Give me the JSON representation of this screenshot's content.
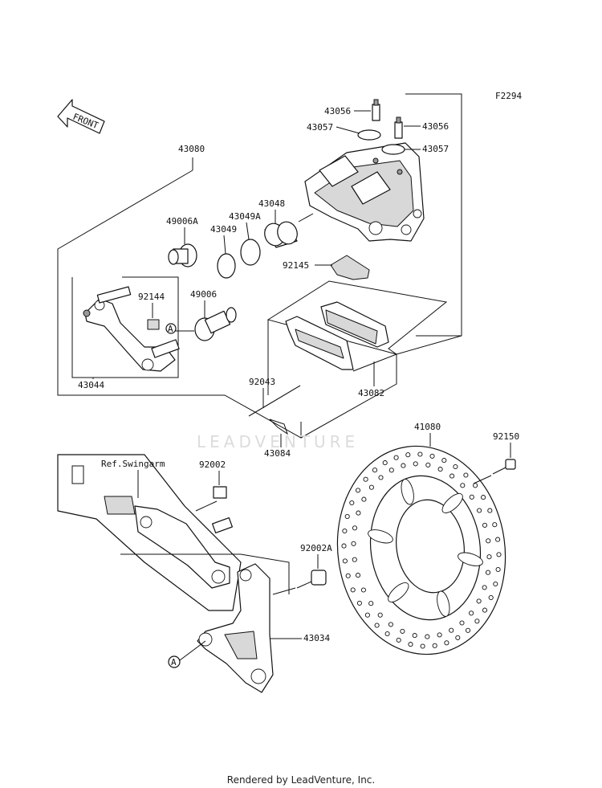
{
  "figure_code": "F2294",
  "front_label": "FRONT",
  "ref_label": "Ref.Swingarm",
  "callouts": {
    "c43056a": "43056",
    "c43056b": "43056",
    "c43057a": "43057",
    "c43057b": "43057",
    "c43080": "43080",
    "c43048": "43048",
    "c43049a": "43049A",
    "c43049": "43049",
    "c49006a": "49006A",
    "c92145": "92145",
    "c92144": "92144",
    "c49006": "49006",
    "c43044": "43044",
    "c43082": "43082",
    "c92043": "92043",
    "c43084": "43084",
    "c41080": "41080",
    "c92150": "92150",
    "c92002": "92002",
    "c92002a": "92002A",
    "c43034": "43034"
  },
  "marker_a": "A",
  "watermark": "LEADVENTURE",
  "footer": "Rendered by LeadVenture, Inc."
}
